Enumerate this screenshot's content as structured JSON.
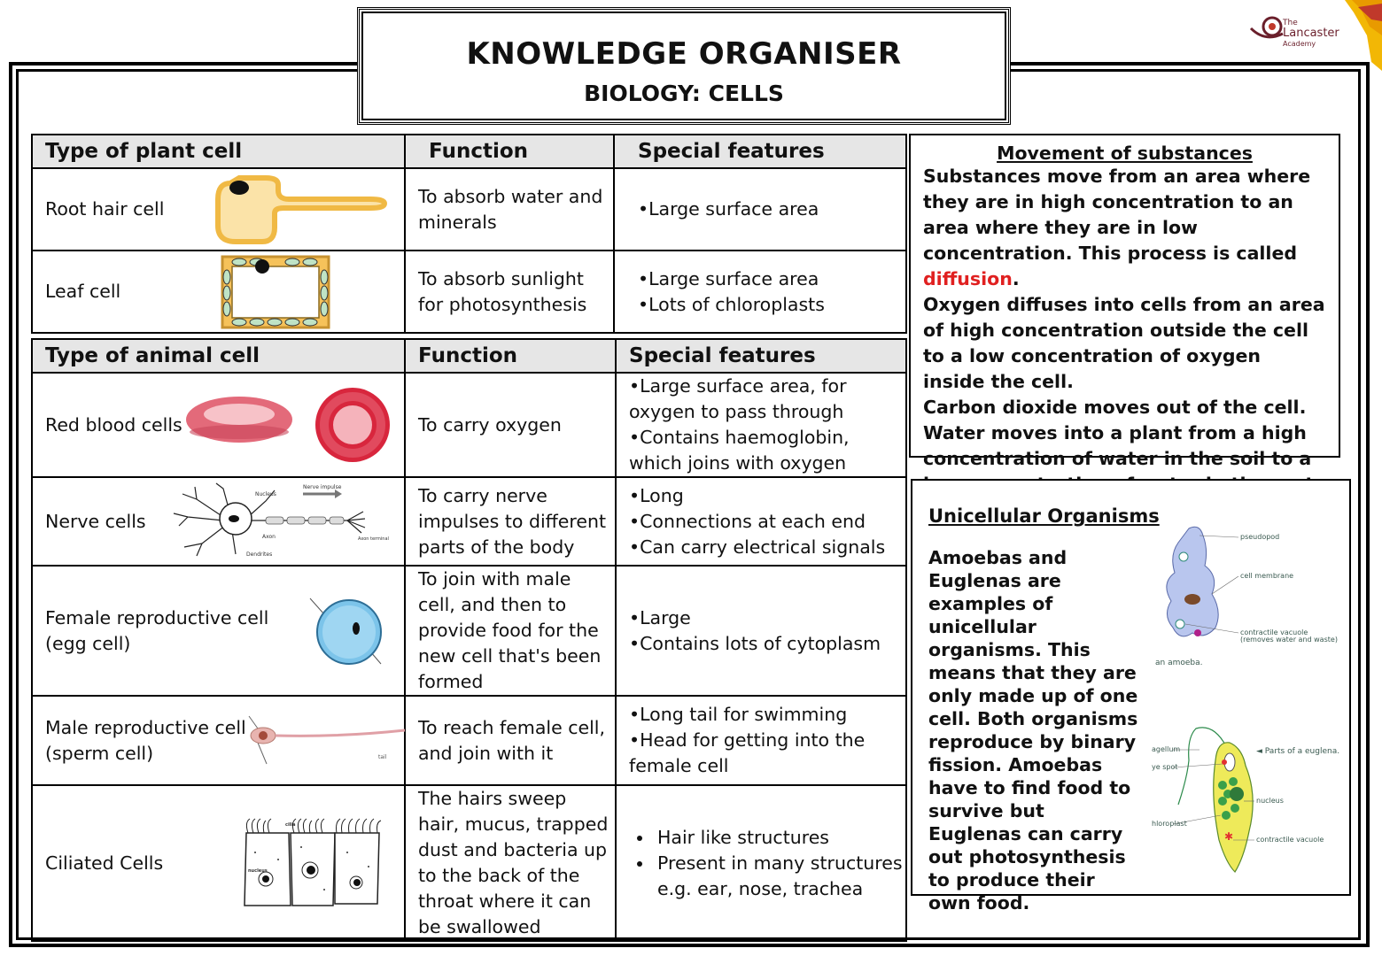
{
  "header": {
    "title": "KNOWLEDGE ORGANISER",
    "subtitle": "BIOLOGY: CELLS"
  },
  "logo": {
    "line1": "The",
    "line2": "Lancaster",
    "line3": "Academy"
  },
  "plant_table": {
    "headers": [
      "Type of plant cell",
      "Function",
      "Special features"
    ],
    "rows": [
      {
        "name": "Root hair cell",
        "function": "To absorb water and minerals",
        "features": [
          "•Large surface area"
        ]
      },
      {
        "name": "Leaf cell",
        "function": "To absorb sunlight for photosynthesis",
        "features": [
          "•Large surface area",
          "•Lots of chloroplasts"
        ]
      }
    ]
  },
  "animal_table": {
    "headers": [
      "Type of animal cell",
      "Function",
      "Special features"
    ],
    "rows": [
      {
        "name": "Red blood cells",
        "function": "To carry oxygen",
        "features": [
          "•Large surface area, for oxygen to pass through",
          "•Contains haemoglobin, which joins with oxygen"
        ]
      },
      {
        "name": "Nerve cells",
        "function": "To carry nerve impulses to different parts of the body",
        "features": [
          "•Long",
          "•Connections at each end",
          "•Can carry electrical signals"
        ]
      },
      {
        "name": "Female reproductive cell (egg cell)",
        "function": "To join with male cell, and then to provide food for the new cell that's been formed",
        "features": [
          "•Large",
          "•Contains lots of cytoplasm"
        ]
      },
      {
        "name": "Male reproductive cell (sperm cell)",
        "function": "To reach female cell, and join with it",
        "features": [
          "•Long tail for swimming",
          "•Head for getting into the female cell"
        ]
      },
      {
        "name": "Ciliated Cells",
        "function": "The hairs sweep hair, mucus, trapped dust and bacteria up to the back of the throat where it can be swallowed",
        "features": [
          "Hair like structures",
          "Present in many structures e.g. ear, nose, trachea"
        ]
      }
    ]
  },
  "nerve_labels": {
    "nucleus": "Nucleus",
    "impulse": "Nerve impulse",
    "axon": "Axon",
    "terminal": "Axon terminal",
    "dendrites": "Dendrites"
  },
  "cilia_labels": {
    "cilia": "cilia",
    "nucleus": "nucleus"
  },
  "sperm_labels": {
    "tail": "tail"
  },
  "movement": {
    "title": "Movement of substances",
    "p1_before": "Substances move from an area where they are in high concentration to an area where they are in low concentration.  This process is called ",
    "p1_keyword": "diffusion",
    "p1_after": ".",
    "p2": "Oxygen diffuses into cells from an area of high concentration outside the cell to a low concentration of oxygen inside the cell.",
    "p3": "Carbon dioxide moves out of the cell.",
    "p4": "Water moves into a plant from a high concentration of water in the soil to a low concentration of water in the root hair cells."
  },
  "unicellular": {
    "title": "Unicellular Organisms",
    "body": "Amoebas and Euglenas are examples of unicellular organisms. This means that they are only made up of one cell.  Both organisms reproduce by binary fission. Amoebas have to find food to survive but Euglenas can carry out photosynthesis to produce their own food.",
    "amoeba_labels": {
      "pseudopod": "pseudopod",
      "membrane": "cell membrane",
      "vacuole": "contractile vacuole",
      "vacuole_note": "(removes water and waste)",
      "caption": "an amoeba."
    },
    "euglena_labels": {
      "flagellum": "agellum",
      "eyespot": "ye spot",
      "chloroplast": "hloroplast",
      "parts": "◄ Parts of a euglena.",
      "nucleus": "nucleus",
      "vacuole": "contractile vacuole"
    }
  },
  "colors": {
    "accent_red": "#e02020",
    "header_grey": "#e6e6e6",
    "logo_maroon": "#6a1f2b",
    "logo_gold": "#f2b705"
  }
}
